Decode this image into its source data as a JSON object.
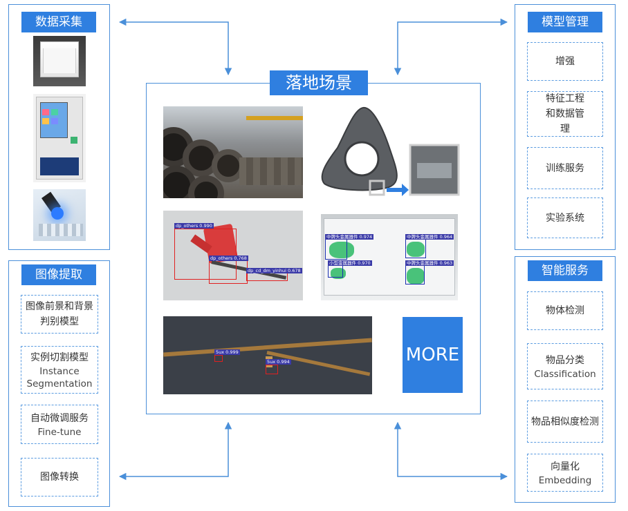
{
  "colors": {
    "accent": "#2f7fe0",
    "border": "#4a8fd9",
    "dashed": "#5a9be0"
  },
  "data_collection": {
    "title": "数据采集",
    "images": [
      "light-box",
      "collection-kiosk",
      "industrial-camera"
    ]
  },
  "image_extraction": {
    "title": "图像提取",
    "items": [
      {
        "zh": "图像前景和背景判别模型",
        "en": ""
      },
      {
        "zh": "实例切割模型",
        "en": "Instance Segmentation"
      },
      {
        "zh": "自动微调服务",
        "en": "Fine-tune"
      },
      {
        "zh": "图像转换",
        "en": ""
      }
    ]
  },
  "scenarios": {
    "title": "落地场景",
    "more_label": "MORE",
    "detections_wrench": [
      "dp_others 0.990",
      "dp_others 0.768",
      "dp_cd_dm_yinhui 0.678"
    ],
    "detections_tray": [
      "中牌头金属器件 0.974",
      "中牌头金属器件 0.964",
      "小型金属器件 0.970",
      "中牌头金属器件 0.963"
    ],
    "detections_zipper": [
      "5ux 0.999",
      "5ux 0.994"
    ]
  },
  "model_management": {
    "title": "模型管理",
    "items": [
      "增强",
      "特征工程和数据管理",
      "训练服务",
      "实验系统"
    ]
  },
  "intelligent_services": {
    "title": "智能服务",
    "items": [
      {
        "zh": "物体检测",
        "en": ""
      },
      {
        "zh": "物品分类",
        "en": "Classification"
      },
      {
        "zh": "物品相似度检测",
        "en": ""
      },
      {
        "zh": "向量化",
        "en": "Embedding"
      }
    ]
  }
}
